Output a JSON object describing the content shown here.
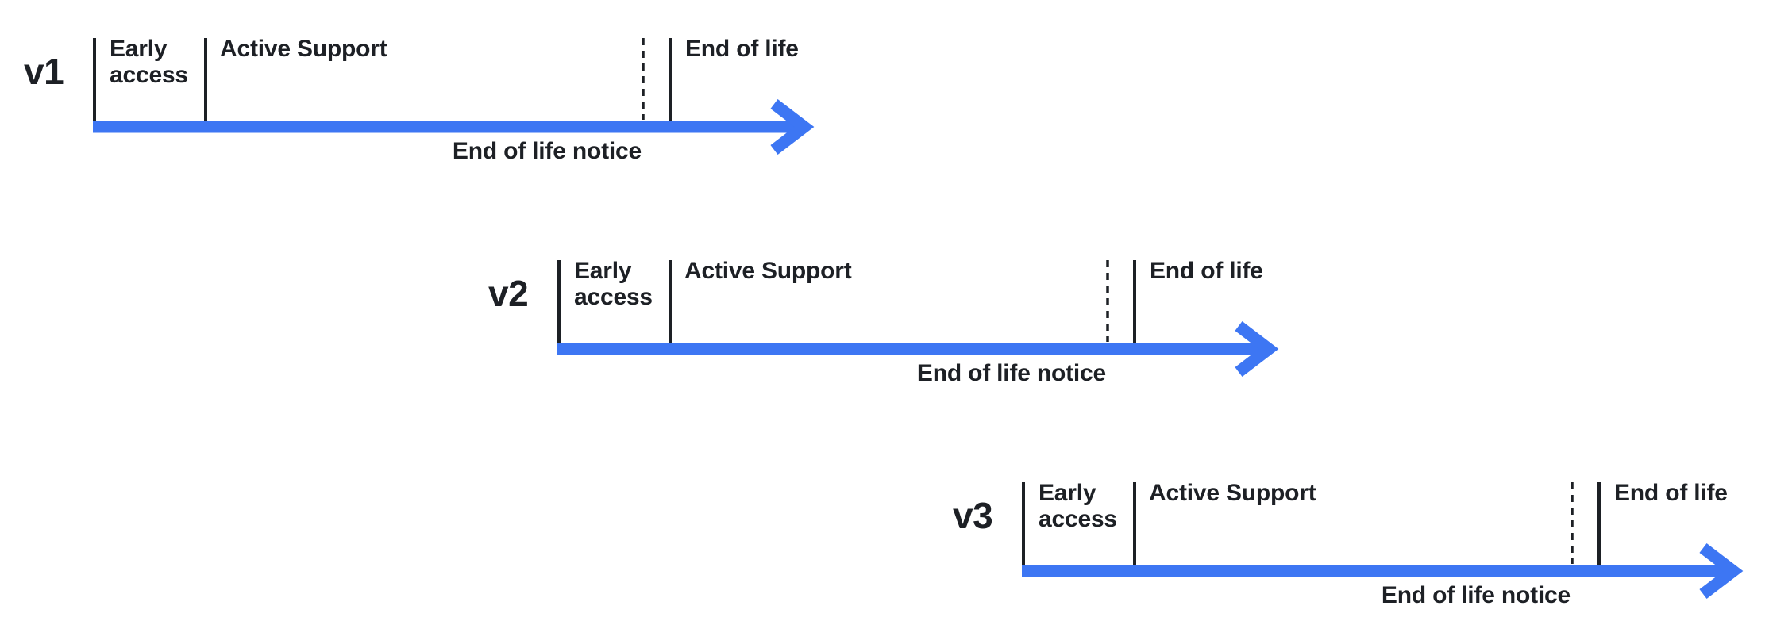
{
  "diagram": {
    "description": "Version lifecycle timelines",
    "colors": {
      "arrow": "#3d76f3",
      "ink": "#1d2025",
      "background": "#ffffff"
    },
    "labels": {
      "early_access": "Early\naccess",
      "active_support": "Active Support",
      "end_of_life": "End of life",
      "end_of_life_notice": "End of life notice"
    },
    "rows": [
      {
        "version": "v1"
      },
      {
        "version": "v2"
      },
      {
        "version": "v3"
      }
    ]
  }
}
